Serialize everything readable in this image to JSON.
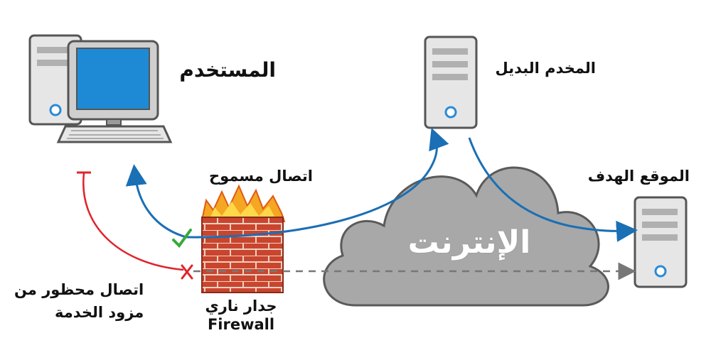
{
  "labels": {
    "user": "المستخدم",
    "proxy_server": "المخدم البديل",
    "target_site": "الموقع الهدف",
    "allowed_connection": "اتصال مسموح",
    "blocked_connection_line1": "اتصال محظور من",
    "blocked_connection_line2": "مزود الخدمة",
    "firewall_ar": "جدار ناري",
    "firewall_en": "Firewall",
    "internet": "الإنترنت"
  },
  "colors": {
    "allowed_arrow": "#1a6fb5",
    "blocked_arrow": "#e0242b",
    "check_mark": "#3aa83a",
    "dashed_arrow": "#777777",
    "cloud": "#a8a8a8",
    "brick": "#c9452e",
    "flame": "#f5a623",
    "server_body": "#e6e6e6",
    "screen": "#1e8ad6"
  },
  "icons": [
    "computer-icon",
    "server-icon",
    "firewall-icon",
    "cloud-icon",
    "check-icon",
    "x-icon"
  ]
}
